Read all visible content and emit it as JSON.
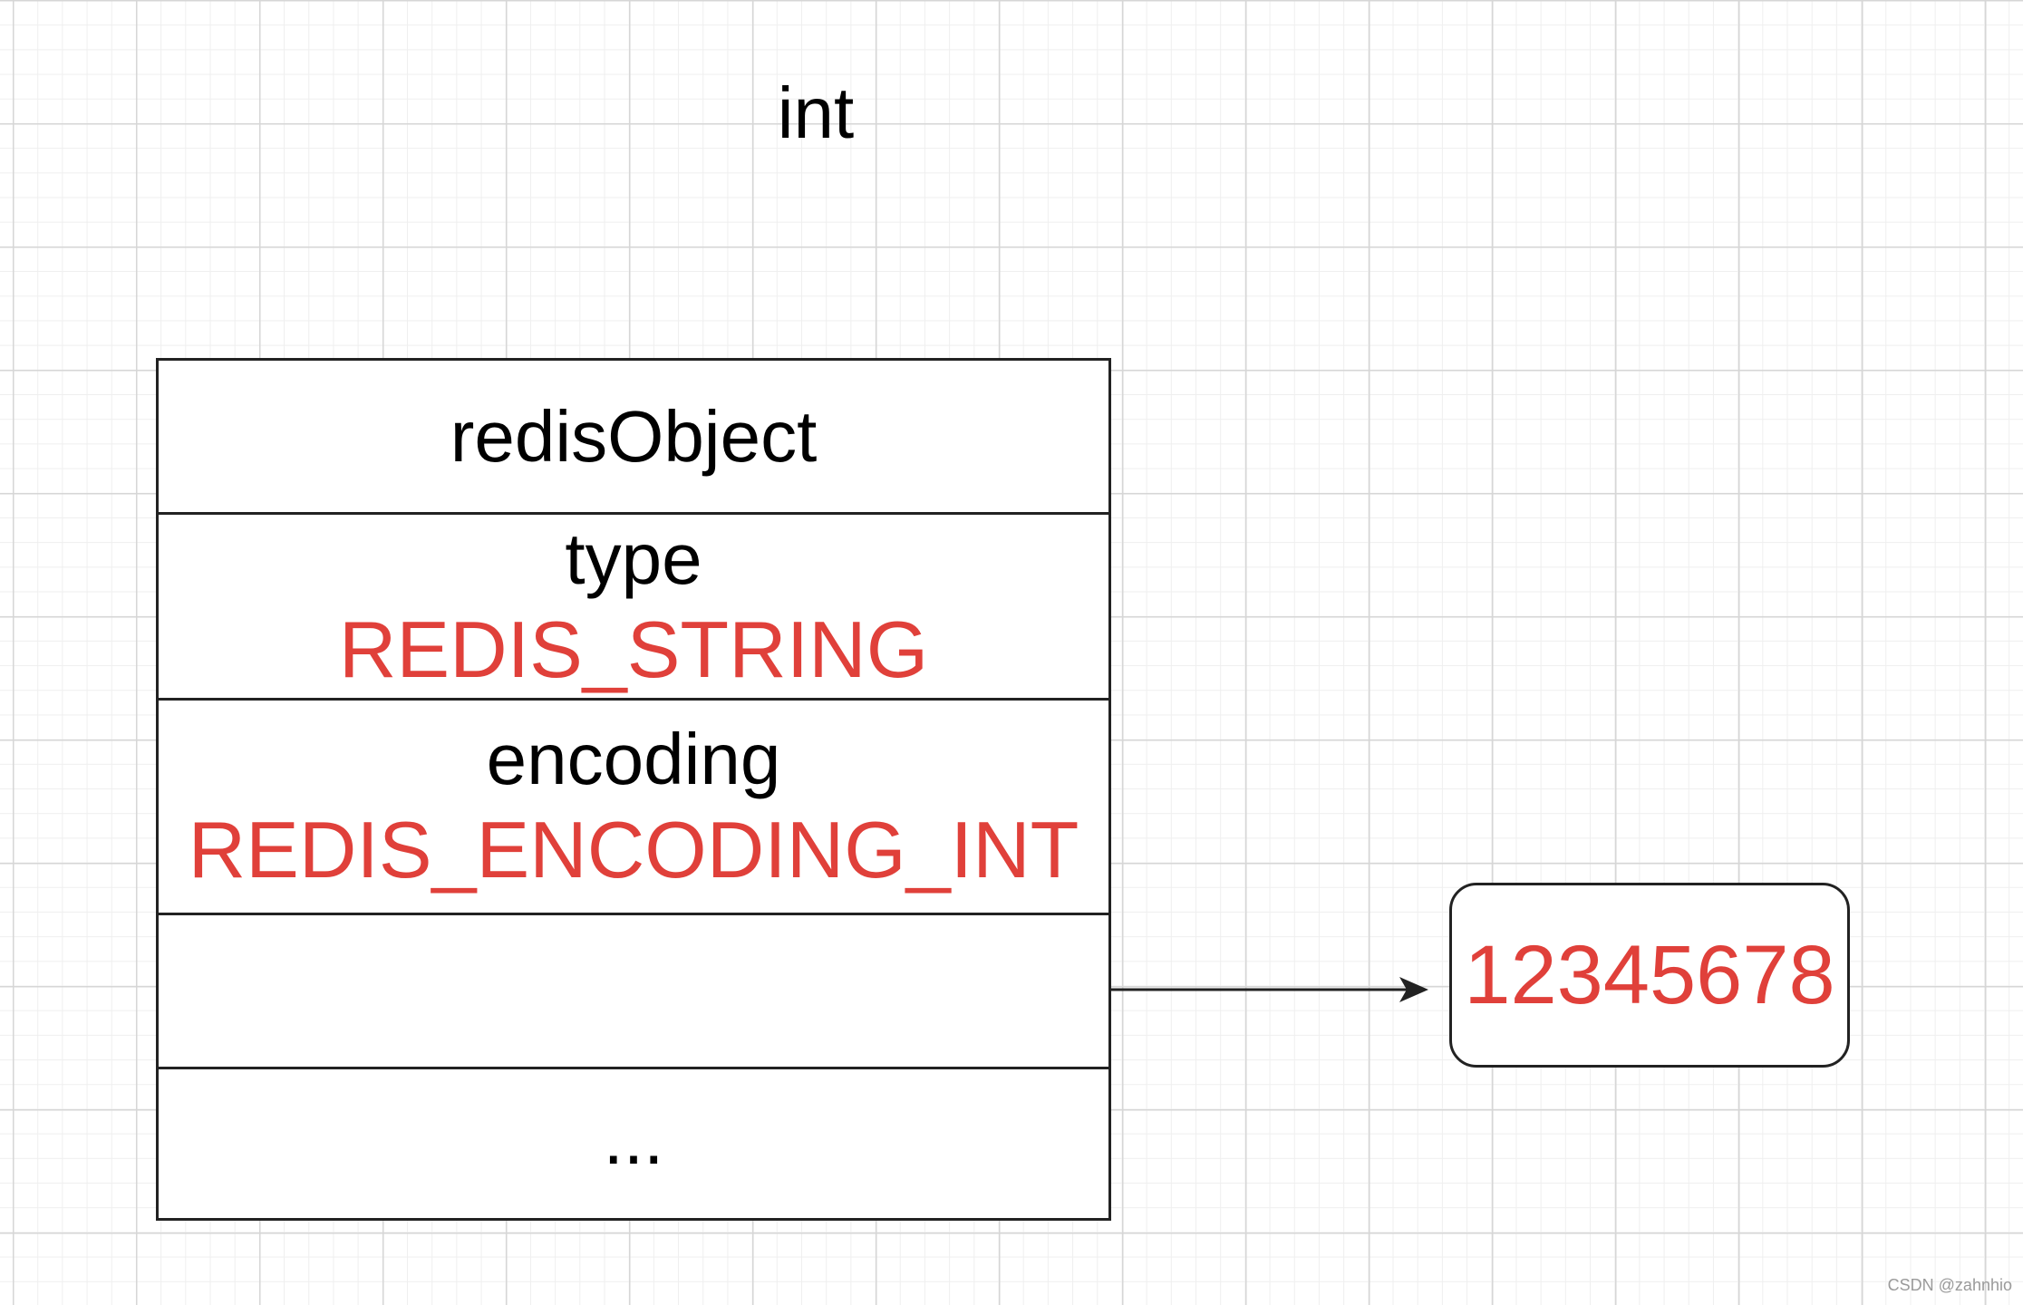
{
  "title": "int",
  "redis_object": {
    "header": "redisObject",
    "type_label": "type",
    "type_value": "REDIS_STRING",
    "encoding_label": "encoding",
    "encoding_value": "REDIS_ENCODING_INT",
    "ptr_label": "",
    "more_label": "..."
  },
  "value_box": {
    "value": "12345678"
  },
  "colors": {
    "value_red": "#e0403a",
    "line": "#222222",
    "grid": "#d6d6d6"
  },
  "watermark": "CSDN @zahnhio"
}
